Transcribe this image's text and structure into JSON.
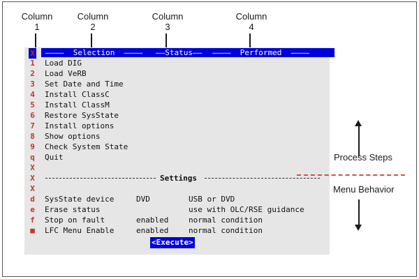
{
  "annotations": {
    "columns": [
      {
        "label": "Column",
        "number": "1"
      },
      {
        "label": "Column",
        "number": "2"
      },
      {
        "label": "Column",
        "number": "3"
      },
      {
        "label": "Column",
        "number": "4"
      }
    ],
    "side": {
      "upper": "Process Steps",
      "lower": "Menu Behavior"
    },
    "divider_color": "#d94a4a",
    "arrow_color": "#1a1a1a"
  },
  "terminal": {
    "background": "#e6e6e6",
    "accent_blue": "#0000dd",
    "marker_red": "#c0392b",
    "header": {
      "selection": "————  Selection  ————",
      "status": "——Status——",
      "performed": "————  Performed  ————",
      "selection_label": "Selection",
      "status_label": "Status",
      "performed_label": "Performed"
    },
    "selected_marker": "X",
    "menu_rows": [
      {
        "key": "1",
        "selection": "Load DIG",
        "status": "",
        "performed": ""
      },
      {
        "key": "2",
        "selection": "Load VeRB",
        "status": "",
        "performed": ""
      },
      {
        "key": "3",
        "selection": "Set Date and Time",
        "status": "",
        "performed": ""
      },
      {
        "key": "4",
        "selection": "Install ClassC",
        "status": "",
        "performed": ""
      },
      {
        "key": "5",
        "selection": "Install ClassM",
        "status": "",
        "performed": ""
      },
      {
        "key": "6",
        "selection": "Restore SysState",
        "status": "",
        "performed": ""
      },
      {
        "key": "7",
        "selection": "Install options",
        "status": "",
        "performed": ""
      },
      {
        "key": "8",
        "selection": "Show options",
        "status": "",
        "performed": ""
      },
      {
        "key": "9",
        "selection": "Check System State",
        "status": "",
        "performed": ""
      },
      {
        "key": "q",
        "selection": "Quit",
        "status": "",
        "performed": ""
      },
      {
        "key": "X",
        "selection": "",
        "status": "",
        "performed": ""
      }
    ],
    "divider": {
      "key_before": "X",
      "key_after": "X",
      "label": "Settings"
    },
    "settings_rows": [
      {
        "key": "d",
        "selection": "SysState device",
        "status": "DVD",
        "performed": "USB or DVD"
      },
      {
        "key": "e",
        "selection": "Erase status",
        "status": "",
        "performed": "use with OLC/RSE guidance"
      },
      {
        "key": "f",
        "selection": "Stop on fault",
        "status": "enabled",
        "performed": "normal condition"
      },
      {
        "key": "■",
        "selection": "LFC Menu Enable",
        "status": "enabled",
        "performed": "normal condition"
      }
    ],
    "execute_label": "<Execute>"
  }
}
